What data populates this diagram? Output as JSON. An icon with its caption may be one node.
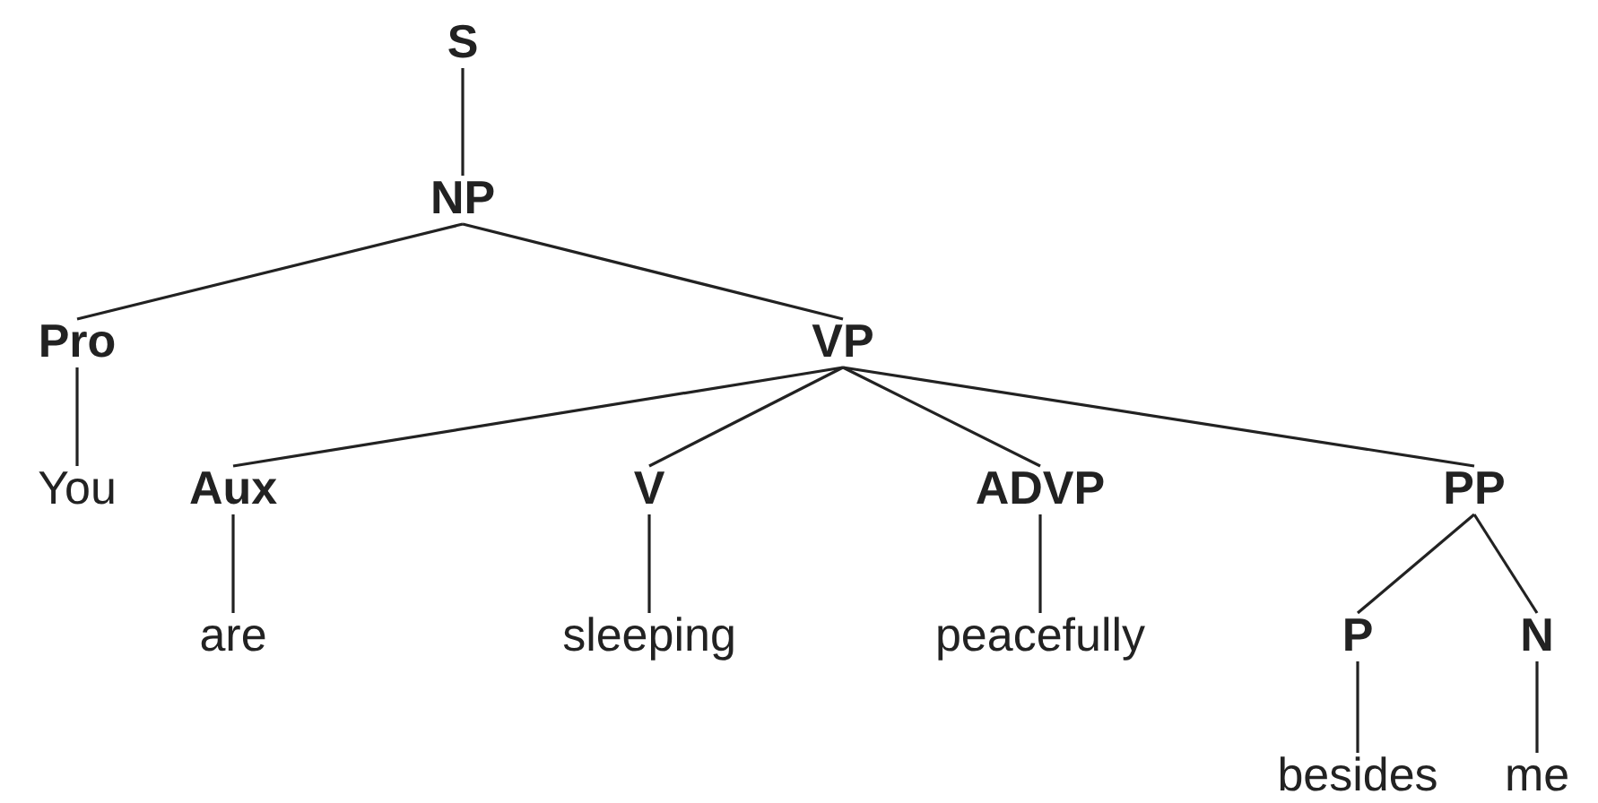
{
  "diagram": {
    "nodes": [
      {
        "text": [
          "S"
        ]
      },
      {
        "text": [
          "NP"
        ]
      },
      {
        "text": [
          "Pro"
        ]
      },
      {
        "text": [
          "VP"
        ]
      },
      {
        "text": [
          "You"
        ]
      },
      {
        "text": [
          "Aux"
        ]
      },
      {
        "text": [
          "V"
        ]
      },
      {
        "text": [
          "ADVP"
        ]
      },
      {
        "text": [
          "PP"
        ]
      },
      {
        "text": [
          "are"
        ]
      },
      {
        "text": [
          "sleeping"
        ]
      },
      {
        "text": [
          "peacefully"
        ]
      },
      {
        "text": [
          "P"
        ]
      },
      {
        "text": [
          "N"
        ]
      },
      {
        "text": [
          "besides"
        ]
      },
      {
        "text": [
          "me"
        ]
      }
    ],
    "edges": [
      {
        "from": 0,
        "to": 1,
        "arrow": "none"
      },
      {
        "from": 1,
        "to": 2,
        "arrow": "none"
      },
      {
        "from": 1,
        "to": 3,
        "arrow": "none"
      },
      {
        "from": 2,
        "to": 4,
        "arrow": "none"
      },
      {
        "from": 3,
        "to": 5,
        "arrow": "none"
      },
      {
        "from": 3,
        "to": 6,
        "arrow": "none"
      },
      {
        "from": 3,
        "to": 7,
        "arrow": "none"
      },
      {
        "from": 3,
        "to": 8,
        "arrow": "none"
      },
      {
        "from": 5,
        "to": 9,
        "arrow": "none"
      },
      {
        "from": 6,
        "to": 10,
        "arrow": "none"
      },
      {
        "from": 7,
        "to": 11,
        "arrow": "none"
      },
      {
        "from": 8,
        "to": 12,
        "arrow": "none"
      },
      {
        "from": 8,
        "to": 13,
        "arrow": "none"
      },
      {
        "from": 12,
        "to": 14,
        "arrow": "none"
      },
      {
        "from": 13,
        "to": 15,
        "arrow": "none"
      }
    ]
  }
}
